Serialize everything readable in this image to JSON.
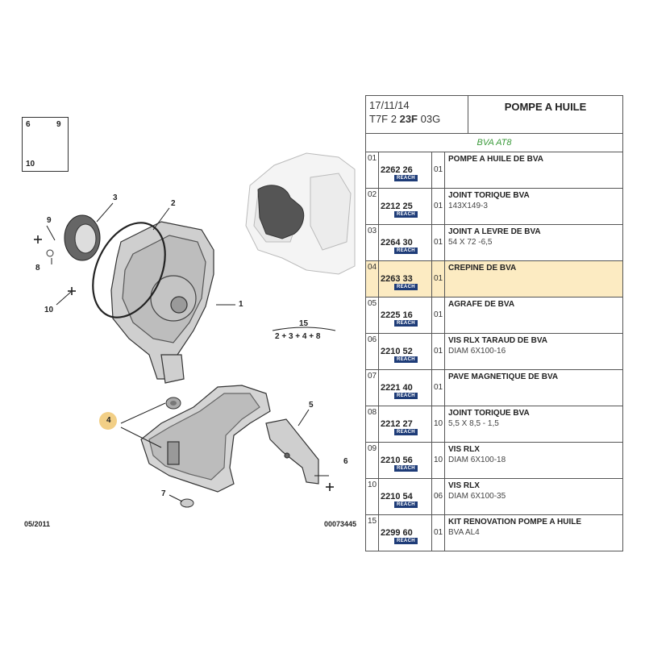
{
  "bolt_box": {
    "top_left": "6",
    "top_right": "9",
    "bottom_left": "10"
  },
  "callouts": [
    "1",
    "2",
    "3",
    "4",
    "5",
    "6",
    "7",
    "8",
    "9",
    "10"
  ],
  "formula": {
    "number": "15",
    "expression": "2 + 3 + 4 + 8"
  },
  "footer": {
    "date": "05/2011",
    "code": "00073445"
  },
  "header": {
    "date": "17/11/14",
    "code_prefix": "T7F 2",
    "code_bold": "23F",
    "code_suffix": "03G",
    "title": "POMPE A HUILE",
    "subtitle": "BVA AT8"
  },
  "reach_label": "REACH",
  "rows": [
    {
      "idx": "01",
      "ref": "2262 26",
      "qty": "01",
      "title": "POMPE A HUILE DE BVA",
      "desc": "",
      "highlight": false
    },
    {
      "idx": "02",
      "ref": "2212 25",
      "qty": "01",
      "title": "JOINT TORIQUE BVA",
      "desc": "143X149-3",
      "highlight": false
    },
    {
      "idx": "03",
      "ref": "2264 30",
      "qty": "01",
      "title": "JOINT A LEVRE DE BVA",
      "desc": "54 X 72 -6,5",
      "highlight": false
    },
    {
      "idx": "04",
      "ref": "2263 33",
      "qty": "01",
      "title": "CREPINE DE BVA",
      "desc": "",
      "highlight": true
    },
    {
      "idx": "05",
      "ref": "2225 16",
      "qty": "01",
      "title": "AGRAFE DE BVA",
      "desc": "",
      "highlight": false
    },
    {
      "idx": "06",
      "ref": "2210 52",
      "qty": "01",
      "title": "VIS RLX TARAUD DE BVA",
      "desc": "DIAM 6X100-16",
      "highlight": false
    },
    {
      "idx": "07",
      "ref": "2221 40",
      "qty": "01",
      "title": "PAVE MAGNETIQUE DE BVA",
      "desc": "",
      "highlight": false
    },
    {
      "idx": "08",
      "ref": "2212 27",
      "qty": "10",
      "title": "JOINT TORIQUE BVA",
      "desc": "5,5 X 8,5 - 1,5",
      "highlight": false
    },
    {
      "idx": "09",
      "ref": "2210 56",
      "qty": "10",
      "title": "VIS RLX",
      "desc": "DIAM 6X100-18",
      "highlight": false
    },
    {
      "idx": "10",
      "ref": "2210 54",
      "qty": "06",
      "title": "VIS RLX",
      "desc": "DIAM 6X100-35",
      "highlight": false
    },
    {
      "idx": "15",
      "ref": "2299 60",
      "qty": "01",
      "title": "KIT RENOVATION POMPE A HUILE",
      "desc": "BVA AL4",
      "highlight": false
    }
  ]
}
